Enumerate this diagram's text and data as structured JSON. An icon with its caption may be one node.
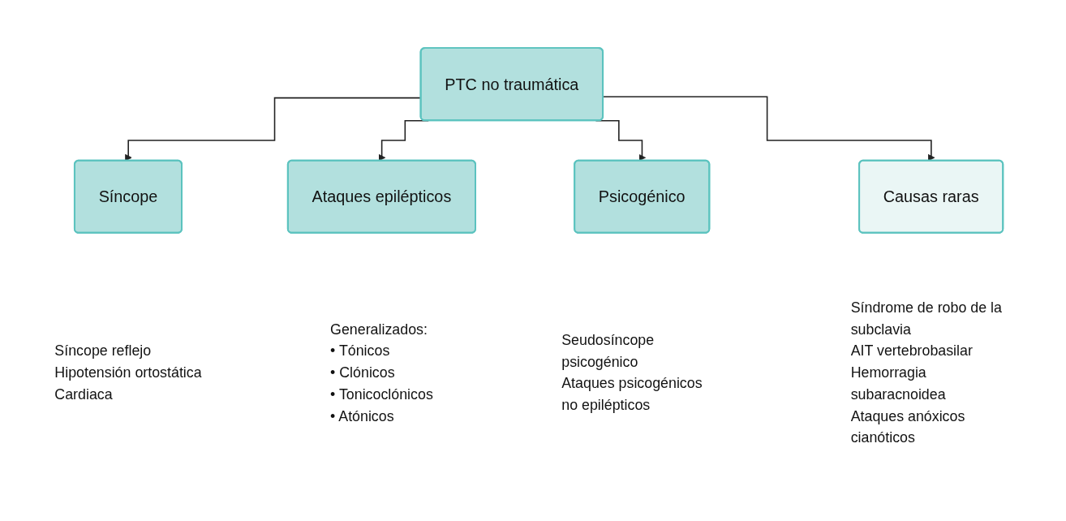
{
  "diagram": {
    "nodes": [
      {
        "text": [
          "PTC no traumática"
        ]
      },
      {
        "text": [
          "Síncope"
        ],
        "beside": [
          "Síncope reflejo",
          "Hipotensión ortostática",
          "Cardiaca"
        ]
      },
      {
        "text": [
          "Ataques epilépticos"
        ],
        "beside": [
          "Generalizados:",
          "• Tónicos",
          "• Clónicos",
          "• Tonicoclónicos",
          "• Atónicos"
        ]
      },
      {
        "text": [
          "Psicogénico"
        ],
        "beside": [
          "Seudosíncope psicogénico",
          "Ataques psicogénicos no epilépticos"
        ]
      },
      {
        "text": [
          "Causas raras"
        ],
        "beside": [
          "Síndrome de robo de la subclavia",
          "AIT vertebrobasilar",
          "Hemorragia subaracnoidea",
          "Ataques anóxicos cianóticos"
        ]
      }
    ],
    "edges": [
      {
        "from": 0,
        "to": 1,
        "arrow": "to"
      },
      {
        "from": 0,
        "to": 2,
        "arrow": "to"
      },
      {
        "from": 0,
        "to": 3,
        "arrow": "to"
      },
      {
        "from": 0,
        "to": 4,
        "arrow": "to"
      }
    ]
  }
}
